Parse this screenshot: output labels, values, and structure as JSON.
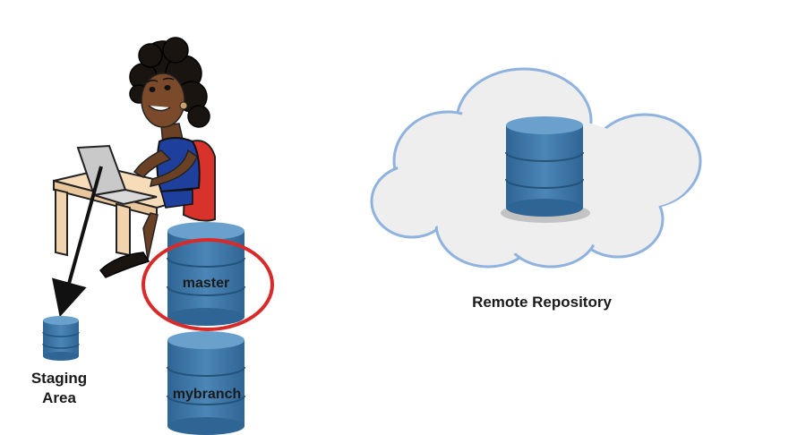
{
  "labels": {
    "staging_line1": "Staging",
    "staging_line2": "Area",
    "master": "master",
    "mybranch": "mybranch",
    "remote": "Remote Repository"
  },
  "colors": {
    "db_body": "#3f78a8",
    "db_top": "#6aa1cc",
    "db_ring": "#2a5378",
    "highlight_ring": "#d92a2a",
    "cloud_fill": "#eeeeef",
    "cloud_stroke": "#8fb2de",
    "shirt": "#1f3f9c",
    "chair": "#d8322a",
    "desk_top": "#f6dcb8",
    "skin": "#6b4126"
  }
}
